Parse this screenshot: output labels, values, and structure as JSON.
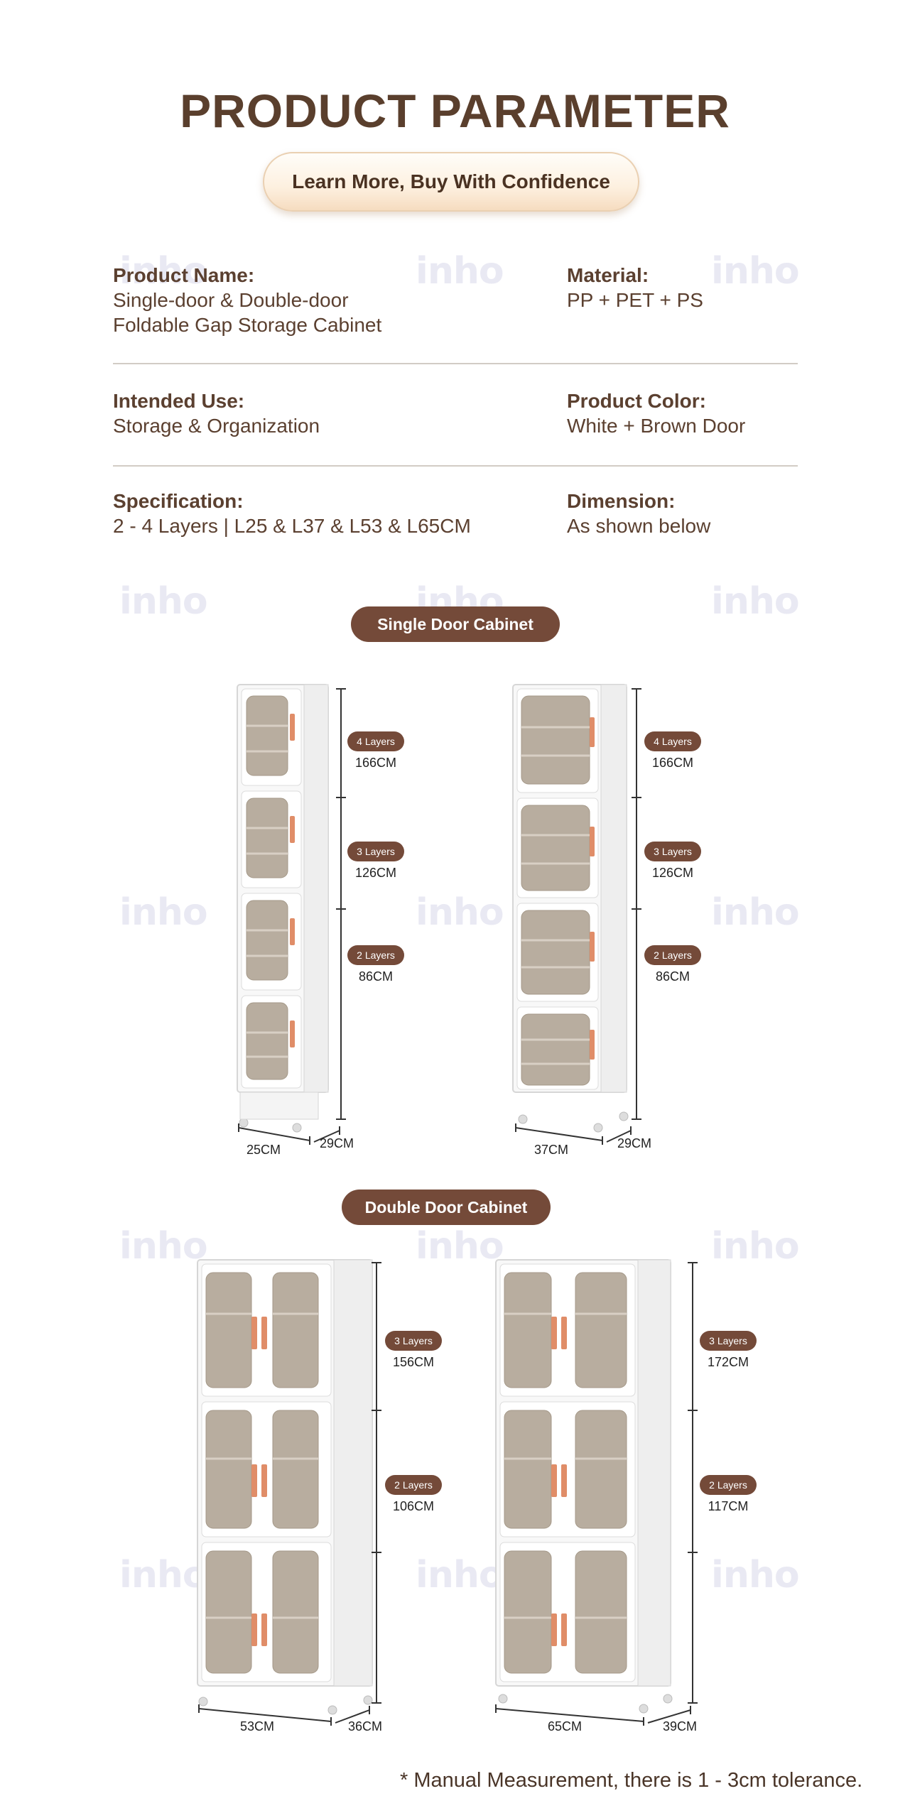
{
  "page": {
    "title": "PRODUCT PARAMETER",
    "cta_label": "Learn More, Buy With Confidence",
    "watermark": "inho",
    "footnote": "* Manual Measurement, there is 1 - 3cm tolerance."
  },
  "params": {
    "product_name": {
      "label": "Product Name:",
      "value_line1": "Single-door & Double-door",
      "value_line2": "Foldable Gap Storage Cabinet"
    },
    "material": {
      "label": "Material:",
      "value": "PP + PET + PS"
    },
    "intended_use": {
      "label": "Intended Use:",
      "value": "Storage & Organization"
    },
    "product_color": {
      "label": "Product Color:",
      "value": "White + Brown Door"
    },
    "specification": {
      "label": "Specification:",
      "value": "2 - 4 Layers | L25 & L37 & L53 & L65CM"
    },
    "dimension": {
      "label": "Dimension:",
      "value": "As shown below"
    }
  },
  "single": {
    "heading": "Single Door Cabinet",
    "cabinets": [
      {
        "layers": [
          {
            "label": "4 Layers",
            "height": "166CM"
          },
          {
            "label": "3 Layers",
            "height": "126CM"
          },
          {
            "label": "2 Layers",
            "height": "86CM"
          }
        ],
        "width": "25CM",
        "depth": "29CM"
      },
      {
        "layers": [
          {
            "label": "4 Layers",
            "height": "166CM"
          },
          {
            "label": "3 Layers",
            "height": "126CM"
          },
          {
            "label": "2 Layers",
            "height": "86CM"
          }
        ],
        "width": "37CM",
        "depth": "29CM"
      }
    ]
  },
  "double": {
    "heading": "Double Door Cabinet",
    "cabinets": [
      {
        "layers": [
          {
            "label": "3 Layers",
            "height": "156CM"
          },
          {
            "label": "2 Layers",
            "height": "106CM"
          }
        ],
        "width": "53CM",
        "depth": "36CM"
      },
      {
        "layers": [
          {
            "label": "3 Layers",
            "height": "172CM"
          },
          {
            "label": "2 Layers",
            "height": "117CM"
          }
        ],
        "width": "65CM",
        "depth": "39CM"
      }
    ]
  },
  "colors": {
    "brown_accent": "#744a39",
    "text_brown": "#5b4030",
    "door_glass": "#b5aa9c",
    "handle": "#e08d68"
  }
}
